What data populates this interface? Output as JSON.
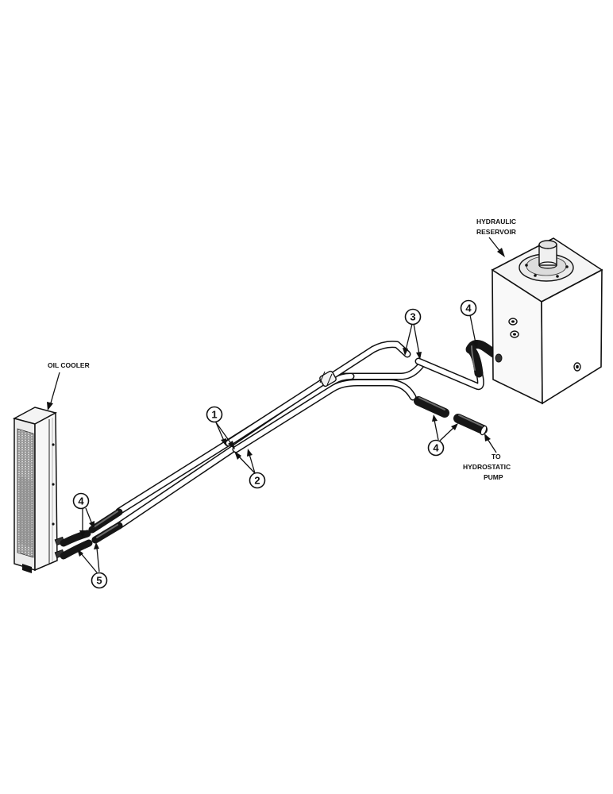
{
  "labels": {
    "oil_cooler": "OIL COOLER",
    "reservoir_line1": "HYDRAULIC",
    "reservoir_line2": "RESERVOIR",
    "pump_line1": "TO",
    "pump_line2": "HYDROSTATIC",
    "pump_line3": "PUMP"
  },
  "callouts": {
    "c1": "1",
    "c2": "2",
    "c3": "3",
    "c4_reservoir": "4",
    "c4_pump": "4",
    "c4_cooler": "4",
    "c5": "5"
  }
}
